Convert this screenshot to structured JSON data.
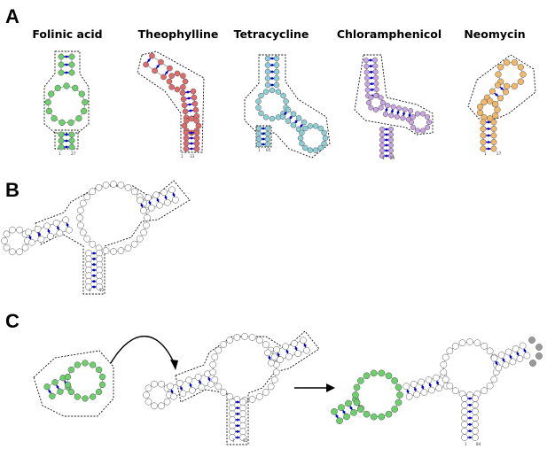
{
  "panel_labels": [
    "A",
    "B",
    "C"
  ],
  "aptamers": [
    {
      "name": "Folinic acid",
      "color": "#6ccf6c",
      "numbers": [
        "1",
        "27"
      ]
    },
    {
      "name": "Theophylline",
      "color": "#e06a6a",
      "numbers": [
        "1",
        "33"
      ]
    },
    {
      "name": "Tetracycline",
      "color": "#8ccfd6",
      "numbers": [
        "1",
        "65"
      ]
    },
    {
      "name": "Chloramphenicol",
      "color": "#c9a5e3",
      "numbers": [
        "1",
        "29"
      ]
    },
    {
      "name": "Neomycin",
      "color": "#f0b96a",
      "numbers": [
        "1",
        "27"
      ]
    }
  ],
  "panel_b": {
    "numbers": [
      "1",
      "52"
    ]
  },
  "panel_c": {
    "numbers_mid": [
      "1",
      "52"
    ],
    "numbers_final": [
      "1",
      "84"
    ]
  },
  "colors": {
    "unpaired": "#ffffff",
    "green": "#6ccf6c",
    "grey": "#9a9a9a",
    "pair": "#0000cc"
  }
}
